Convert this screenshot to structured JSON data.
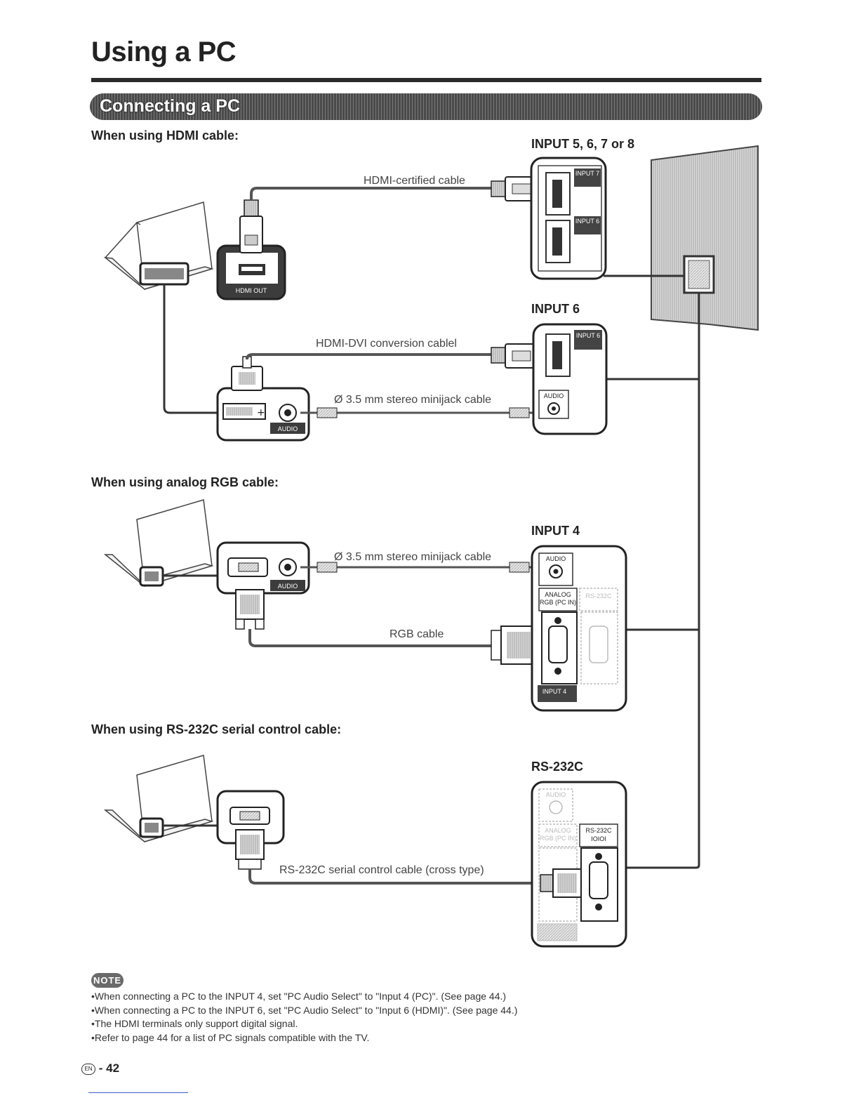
{
  "page": {
    "title": "Using a PC",
    "section_title": "Connecting a PC",
    "page_number": "42",
    "language_badge": "EN",
    "page_prefix_separator": "-"
  },
  "hdmi_section": {
    "heading": "When using HDMI cable:",
    "input_label_top": "INPUT 5, 6, 7 or 8",
    "input_label_mid": "INPUT 6",
    "cable_hdmi": "HDMI-certified cable",
    "cable_hdmi_dvi": "HDMI-DVI conversion cablel",
    "cable_minijack": "Ø 3.5 mm stereo minijack cable",
    "pc_port_hdmi_out": "HDMI OUT",
    "pc_port_audio": "AUDIO",
    "tv_port_input7": "INPUT 7",
    "tv_port_input6": "INPUT 6",
    "tv_port_audio": "AUDIO"
  },
  "rgb_section": {
    "heading": "When using analog RGB cable:",
    "input_label": "INPUT 4",
    "cable_minijack": "Ø 3.5 mm stereo minijack cable",
    "cable_rgb": "RGB cable",
    "pc_port_audio": "AUDIO",
    "tv_port_audio": "AUDIO",
    "tv_port_analog_line1": "ANALOG",
    "tv_port_analog_line2": "RGB (PC IN)",
    "tv_port_rs232c": "RS-232C",
    "tv_port_input4": "INPUT 4"
  },
  "rs232c_section": {
    "heading": "When using RS-232C serial control cable:",
    "input_label": "RS-232C",
    "cable_rs232c": "RS-232C serial control cable (cross type)",
    "tv_port_audio": "AUDIO",
    "tv_port_analog_line1": "ANALOG",
    "tv_port_analog_line2": "RGB (PC IN)",
    "tv_port_rs232c": "RS-232C",
    "tv_port_rs232c_symbol": "IOIOI"
  },
  "note": {
    "badge": "NOTE",
    "items": [
      "When connecting a PC to the INPUT 4, set \"PC Audio Select\" to \"Input 4 (PC)\". (See page 44.)",
      "When connecting a PC to the INPUT 6, set \"PC Audio Select\" to \"Input 6 (HDMI)\". (See page 44.)",
      "The HDMI terminals only support digital signal.",
      "Refer to page 44 for a list of PC signals compatible with the TV."
    ]
  },
  "colors": {
    "ink": "#222222",
    "panel_dark": "#3c3c3c",
    "cable": "#555555",
    "bar_gray": "#5a5a5a"
  }
}
